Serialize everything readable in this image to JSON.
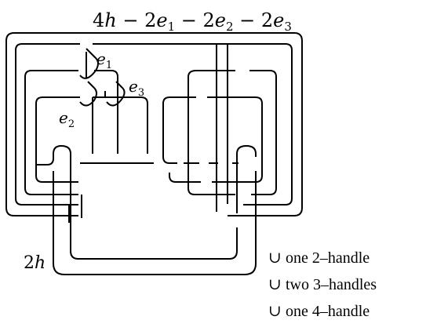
{
  "diagram": {
    "framing_label": {
      "parts": [
        "4",
        "h",
        " − 2",
        "e",
        "1",
        " − 2",
        "e",
        "2",
        " − 2",
        "e",
        "3"
      ]
    },
    "framing_2h": {
      "coef": "2",
      "var": "h"
    },
    "labels": {
      "e1": {
        "base": "e",
        "sub": "1"
      },
      "e2": {
        "base": "e",
        "sub": "2"
      },
      "e3": {
        "base": "e",
        "sub": "3"
      }
    },
    "legend": {
      "symbol": "∪",
      "items": [
        "one 2–handle",
        "two 3–handles",
        "one 4–handle"
      ]
    }
  }
}
